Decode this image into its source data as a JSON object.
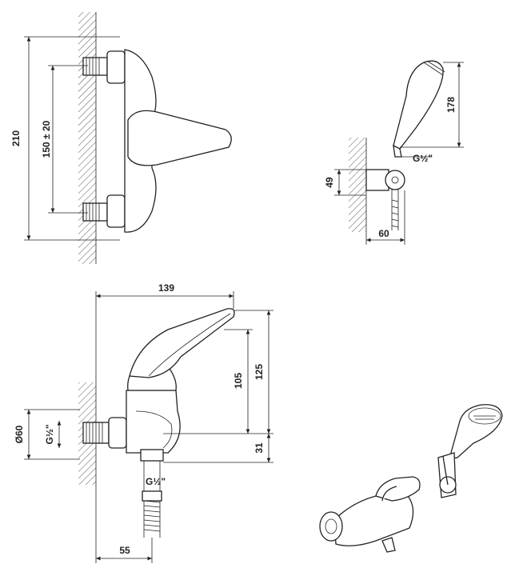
{
  "drawing": {
    "side_view": {
      "height": "210",
      "centers": "150 ± 20"
    },
    "hand_shower": {
      "length": "178",
      "thread": "G½\"",
      "holder_height": "49",
      "projection": "60"
    },
    "front_view": {
      "width": "139",
      "height_total": "125",
      "height_lever": "105",
      "thread_bottom": "31",
      "diameter": "Ø60",
      "thread_inlet": "G½\"",
      "thread_outlet": "G½\"",
      "depth": "55"
    }
  }
}
